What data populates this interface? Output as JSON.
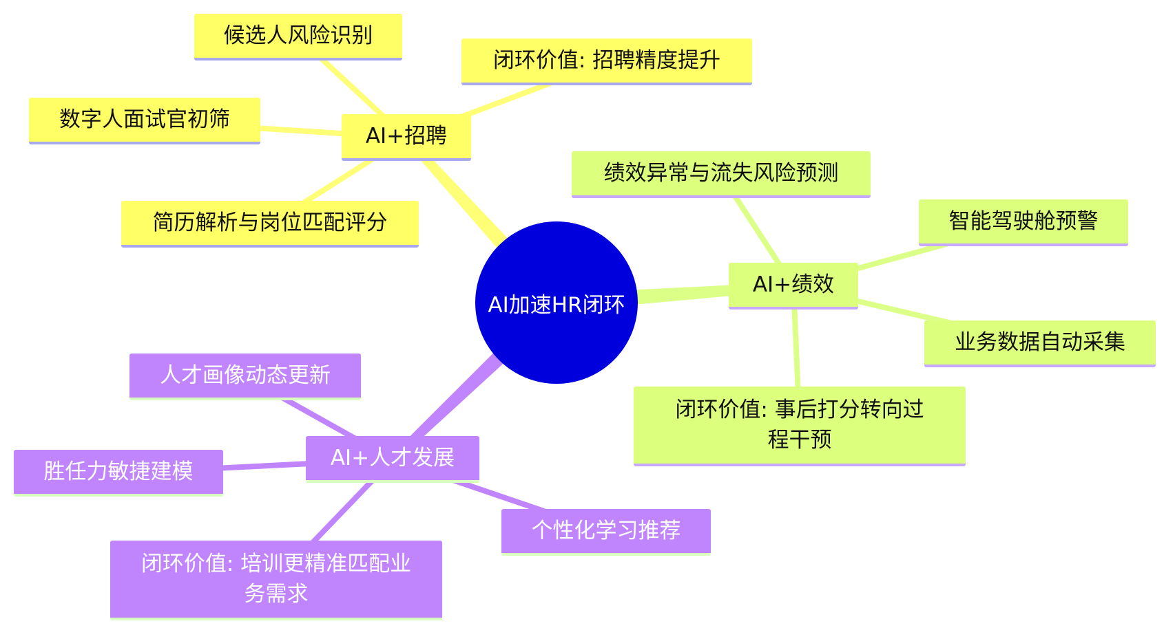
{
  "diagram": {
    "type": "mindmap",
    "colors": {
      "root": "#0000dd",
      "recruit_branch": "#ffff66",
      "recruit_underline": "#a9a9ee",
      "performance_branch": "#dcff7e",
      "performance_underline": "#c7a8ff",
      "talent_branch": "#c084fc",
      "talent_underline": "#d8ffc0",
      "recruit_line": "#ffff77",
      "performance_line": "#dcff88",
      "talent_line": "#c084fc"
    },
    "root": {
      "label": "AI加速HR闭环"
    },
    "branches": [
      {
        "id": "recruit",
        "label": "AI+招聘",
        "children": [
          "候选人风险识别",
          "闭环价值: 招聘精度提升",
          "数字人面试官初筛",
          "简历解析与岗位匹配评分"
        ]
      },
      {
        "id": "performance",
        "label": "AI+绩效",
        "children": [
          "绩效异常与流失风险预测",
          "智能驾驶舱预警",
          "业务数据自动采集",
          "闭环价值: 事后打分转向过程干预"
        ]
      },
      {
        "id": "talent",
        "label": "AI+人才发展",
        "children": [
          "人才画像动态更新",
          "胜任力敏捷建模",
          "个性化学习推荐",
          "闭环价值: 培训更精准匹配业务需求"
        ]
      }
    ]
  }
}
